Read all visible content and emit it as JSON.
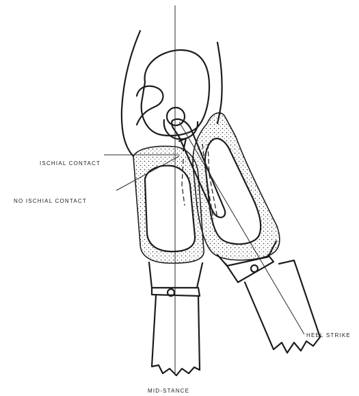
{
  "labels": {
    "ischial_contact": "ISCHIAL CONTACT",
    "no_ischial_contact": "NO ISCHIAL CONTACT",
    "heel_strike": "HEEL STRIKE",
    "mid_stance": "MID-STANCE"
  },
  "colors": {
    "ink": "#1c1c1c",
    "paper": "#ffffff"
  }
}
